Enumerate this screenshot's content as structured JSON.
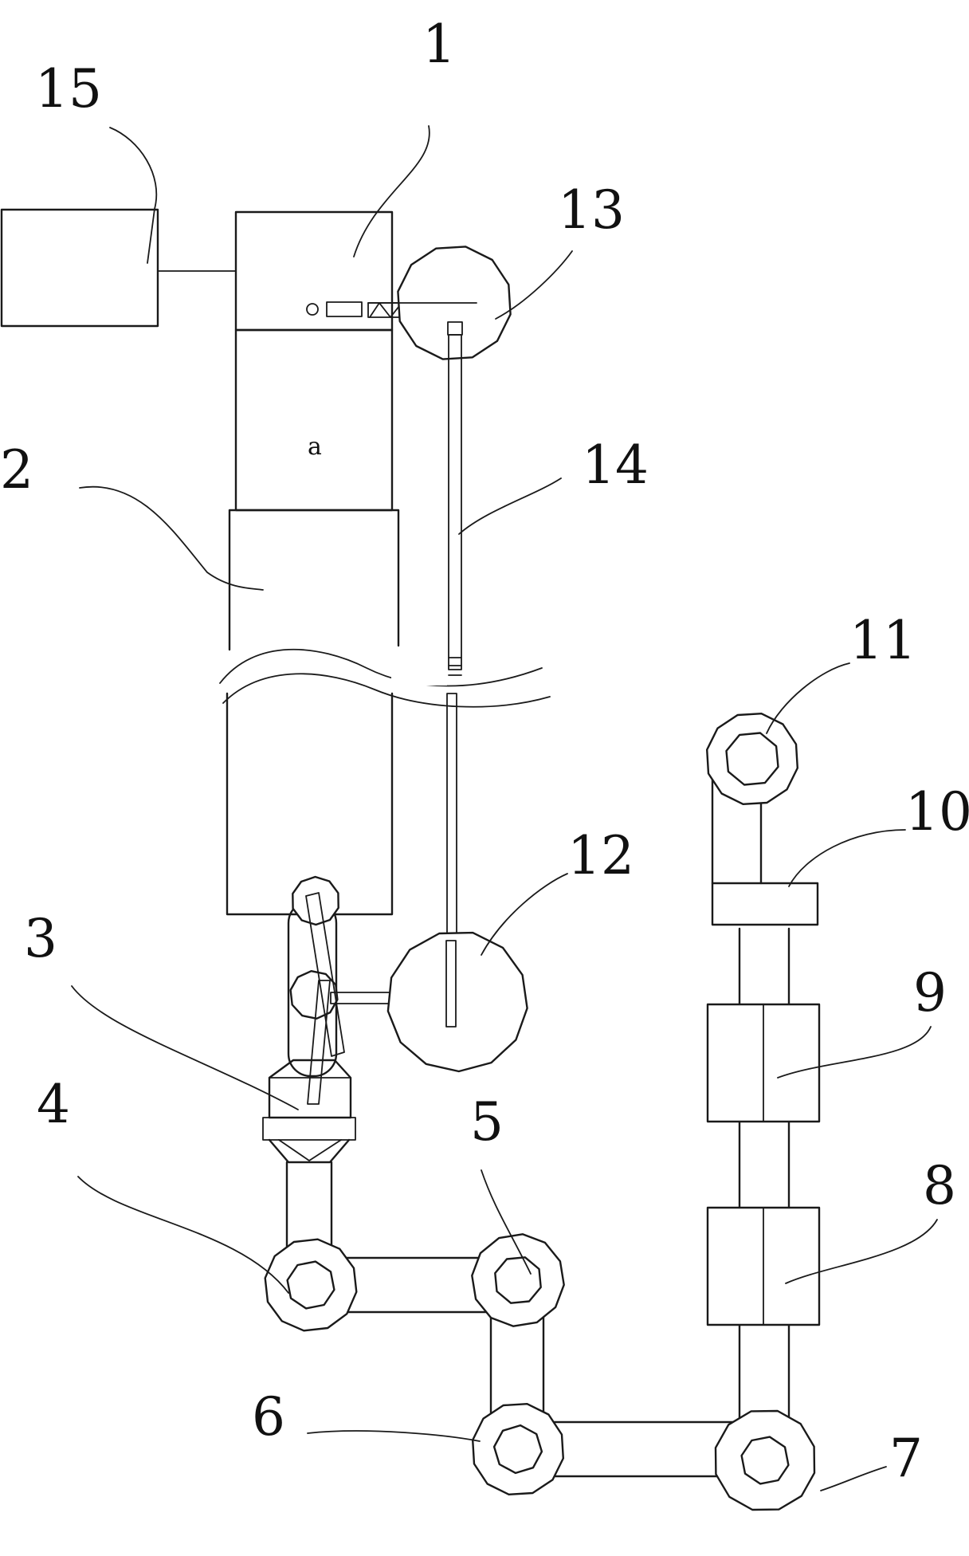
{
  "figure": {
    "labels": [
      {
        "id": "1",
        "text": "1"
      },
      {
        "id": "2",
        "text": "2"
      },
      {
        "id": "3",
        "text": "3"
      },
      {
        "id": "4",
        "text": "4"
      },
      {
        "id": "5",
        "text": "5"
      },
      {
        "id": "6",
        "text": "6"
      },
      {
        "id": "7",
        "text": "7"
      },
      {
        "id": "8",
        "text": "8"
      },
      {
        "id": "9",
        "text": "9"
      },
      {
        "id": "10",
        "text": "10"
      },
      {
        "id": "11",
        "text": "11"
      },
      {
        "id": "12",
        "text": "12"
      },
      {
        "id": "13",
        "text": "13"
      },
      {
        "id": "14",
        "text": "14"
      },
      {
        "id": "15",
        "text": "15"
      }
    ],
    "inline_marks": {
      "indicator": "a"
    }
  }
}
